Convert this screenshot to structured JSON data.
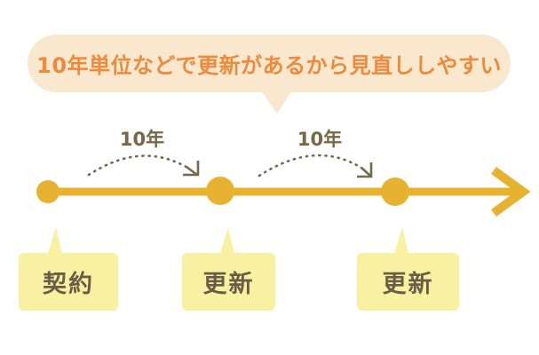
{
  "colors": {
    "canvas_bg": "#FFFFFF",
    "bubble_bg": "#F9E8CD",
    "orange": "#ED8A3C",
    "gold": "#E8B231",
    "brown": "#75684F",
    "label_bg": "#F8F1A1",
    "label_text": "#6A5D47"
  },
  "callout": {
    "text": "10年単位などで更新があるから見直ししやすい"
  },
  "timeline": {
    "direction": "left-to-right",
    "events": [
      {
        "label": "契約"
      },
      {
        "label": "更新"
      },
      {
        "label": "更新"
      }
    ],
    "intervals": [
      {
        "label": "10年"
      },
      {
        "label": "10年"
      }
    ]
  }
}
